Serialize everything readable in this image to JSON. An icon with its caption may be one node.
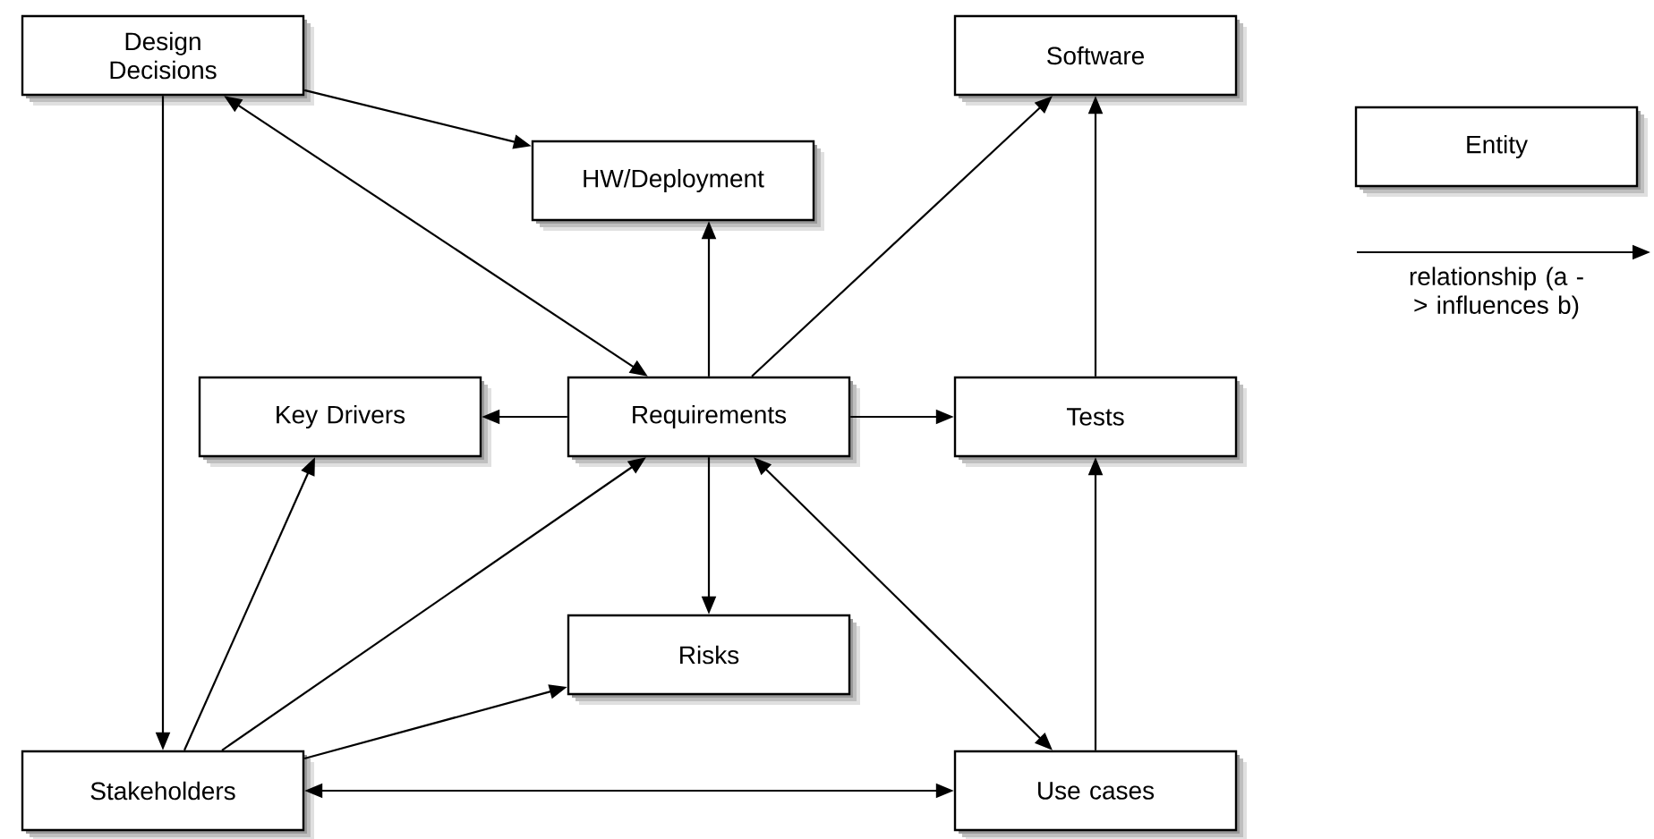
{
  "diagram": {
    "nodes": [
      {
        "text": [
          "Design Decisions"
        ]
      },
      {
        "text": [
          "Software"
        ]
      },
      {
        "text": [
          "HW/Deployment"
        ]
      },
      {
        "text": [
          "Entity"
        ]
      },
      {
        "text": [
          "Key Drivers"
        ]
      },
      {
        "text": [
          "Requirements"
        ]
      },
      {
        "text": [
          "Tests"
        ]
      },
      {
        "text": [
          "Risks"
        ]
      },
      {
        "text": [
          "Stakeholders"
        ]
      },
      {
        "text": [
          "Use cases"
        ]
      }
    ],
    "edges": [
      {
        "from": 0,
        "to": 2,
        "arrow": "to"
      },
      {
        "from": 0,
        "to": 5,
        "arrow": "both"
      },
      {
        "from": 0,
        "to": 8,
        "arrow": "to"
      },
      {
        "from": 5,
        "to": 2,
        "arrow": "to"
      },
      {
        "from": 5,
        "to": 1,
        "arrow": "to"
      },
      {
        "from": 6,
        "to": 1,
        "arrow": "to"
      },
      {
        "from": 5,
        "to": 4,
        "arrow": "to"
      },
      {
        "from": 5,
        "to": 6,
        "arrow": "to"
      },
      {
        "from": 5,
        "to": 7,
        "arrow": "to"
      },
      {
        "from": 8,
        "to": 4,
        "arrow": "to"
      },
      {
        "from": 8,
        "to": 5,
        "arrow": "to"
      },
      {
        "from": 8,
        "to": 7,
        "arrow": "to"
      },
      {
        "from": 8,
        "to": 9,
        "arrow": "both"
      },
      {
        "from": 5,
        "to": 9,
        "arrow": "both"
      },
      {
        "from": 9,
        "to": 6,
        "arrow": "to"
      }
    ],
    "legend": [
      {
        "text": "relationship (a -> influences b)"
      }
    ]
  }
}
